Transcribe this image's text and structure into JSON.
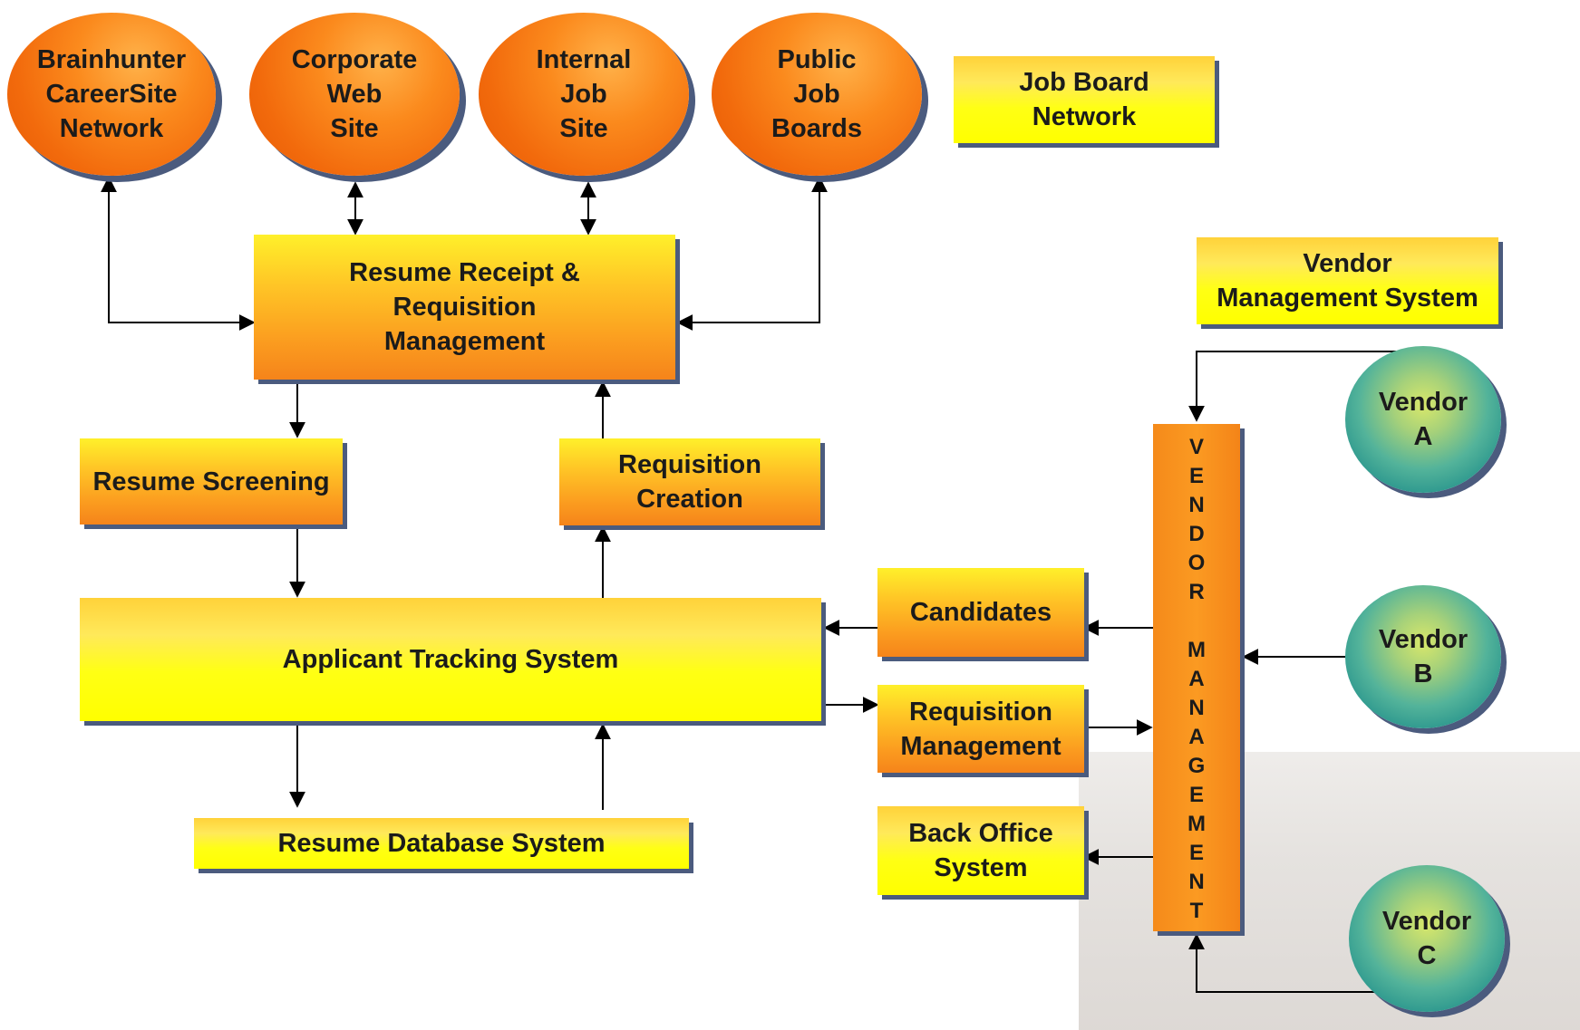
{
  "sources": {
    "brainhunter": "Brainhunter\nCareerSite\nNetwork",
    "corporate": "Corporate\nWeb\nSite",
    "internal": "Internal\nJob\nSite",
    "public": "Public\nJob\nBoards"
  },
  "job_board_network": "Job Board\nNetwork",
  "resume_receipt": "Resume Receipt &\nRequisition\nManagement",
  "resume_screening": "Resume Screening",
  "requisition_creation": "Requisition\nCreation",
  "ats": "Applicant Tracking System",
  "resume_database": "Resume Database System",
  "candidates": "Candidates",
  "requisition_management": "Requisition\nManagement",
  "back_office": "Back Office\nSystem",
  "vendor_management_system": "Vendor\nManagement System",
  "vendor_bar_letters": [
    "V",
    "E",
    "N",
    "D",
    "O",
    "R",
    " ",
    "M",
    "A",
    "N",
    "A",
    "G",
    "E",
    "M",
    "E",
    "N",
    "T"
  ],
  "vendors": {
    "a": "Vendor\nA",
    "b": "Vendor\nB",
    "c": "Vendor\nC"
  }
}
